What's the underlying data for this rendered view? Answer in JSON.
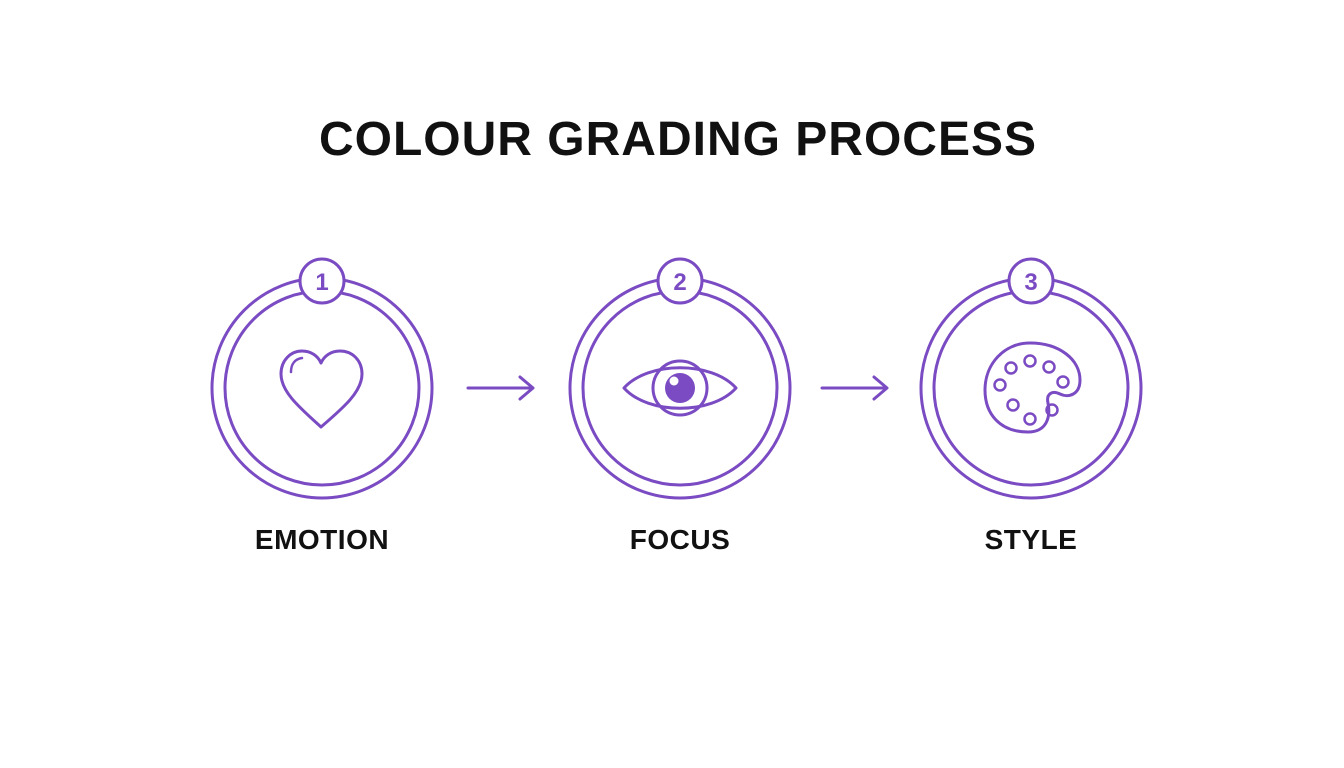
{
  "title": "COLOUR GRADING PROCESS",
  "accent_color": "#7A4BC2",
  "text_color": "#111111",
  "steps": [
    {
      "number": "1",
      "label": "EMOTION",
      "icon": "heart-icon"
    },
    {
      "number": "2",
      "label": "FOCUS",
      "icon": "eye-icon"
    },
    {
      "number": "3",
      "label": "STYLE",
      "icon": "palette-icon"
    }
  ]
}
